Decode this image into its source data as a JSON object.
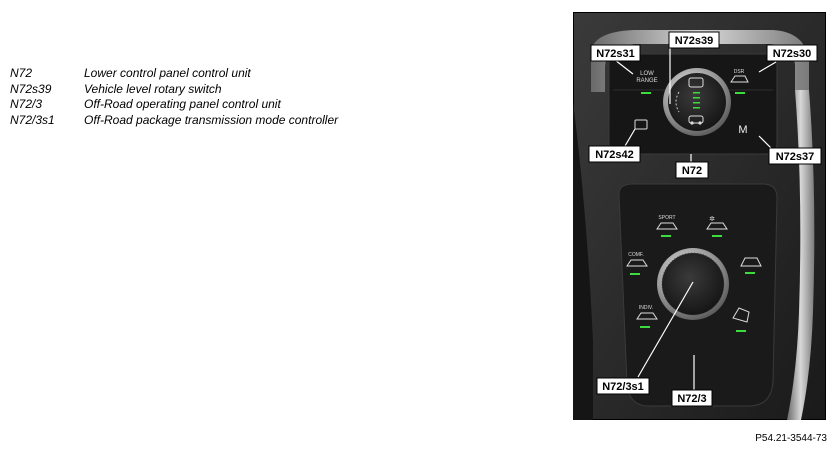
{
  "legend": [
    {
      "code": "N72",
      "description": "Lower control panel control unit"
    },
    {
      "code": "N72s39",
      "description": "Vehicle level rotary switch"
    },
    {
      "code": "N72/3",
      "description": "Off-Road operating panel control unit"
    },
    {
      "code": "N72/3s1",
      "description": "Off-Road package transmission mode controller"
    }
  ],
  "callouts": {
    "n72s31": "N72s31",
    "n72s39": "N72s39",
    "n72s30": "N72s30",
    "n72s42": "N72s42",
    "n72": "N72",
    "n72s37": "N72s37",
    "n72_3s1": "N72/3s1",
    "n72_3": "N72/3"
  },
  "panel_labels": {
    "low_range_line1": "LOW",
    "low_range_line2": "RANGE",
    "dsr": "DSR",
    "manual": "M",
    "sport": "SPORT",
    "comf": "COMF.",
    "indiv": "INDIV."
  },
  "reference_code": "P54.21-3544-73",
  "colors": {
    "indicator_green": "#3ddc3d",
    "panel_dark": "#1c1c1c",
    "callout_box": "#ffffff"
  }
}
